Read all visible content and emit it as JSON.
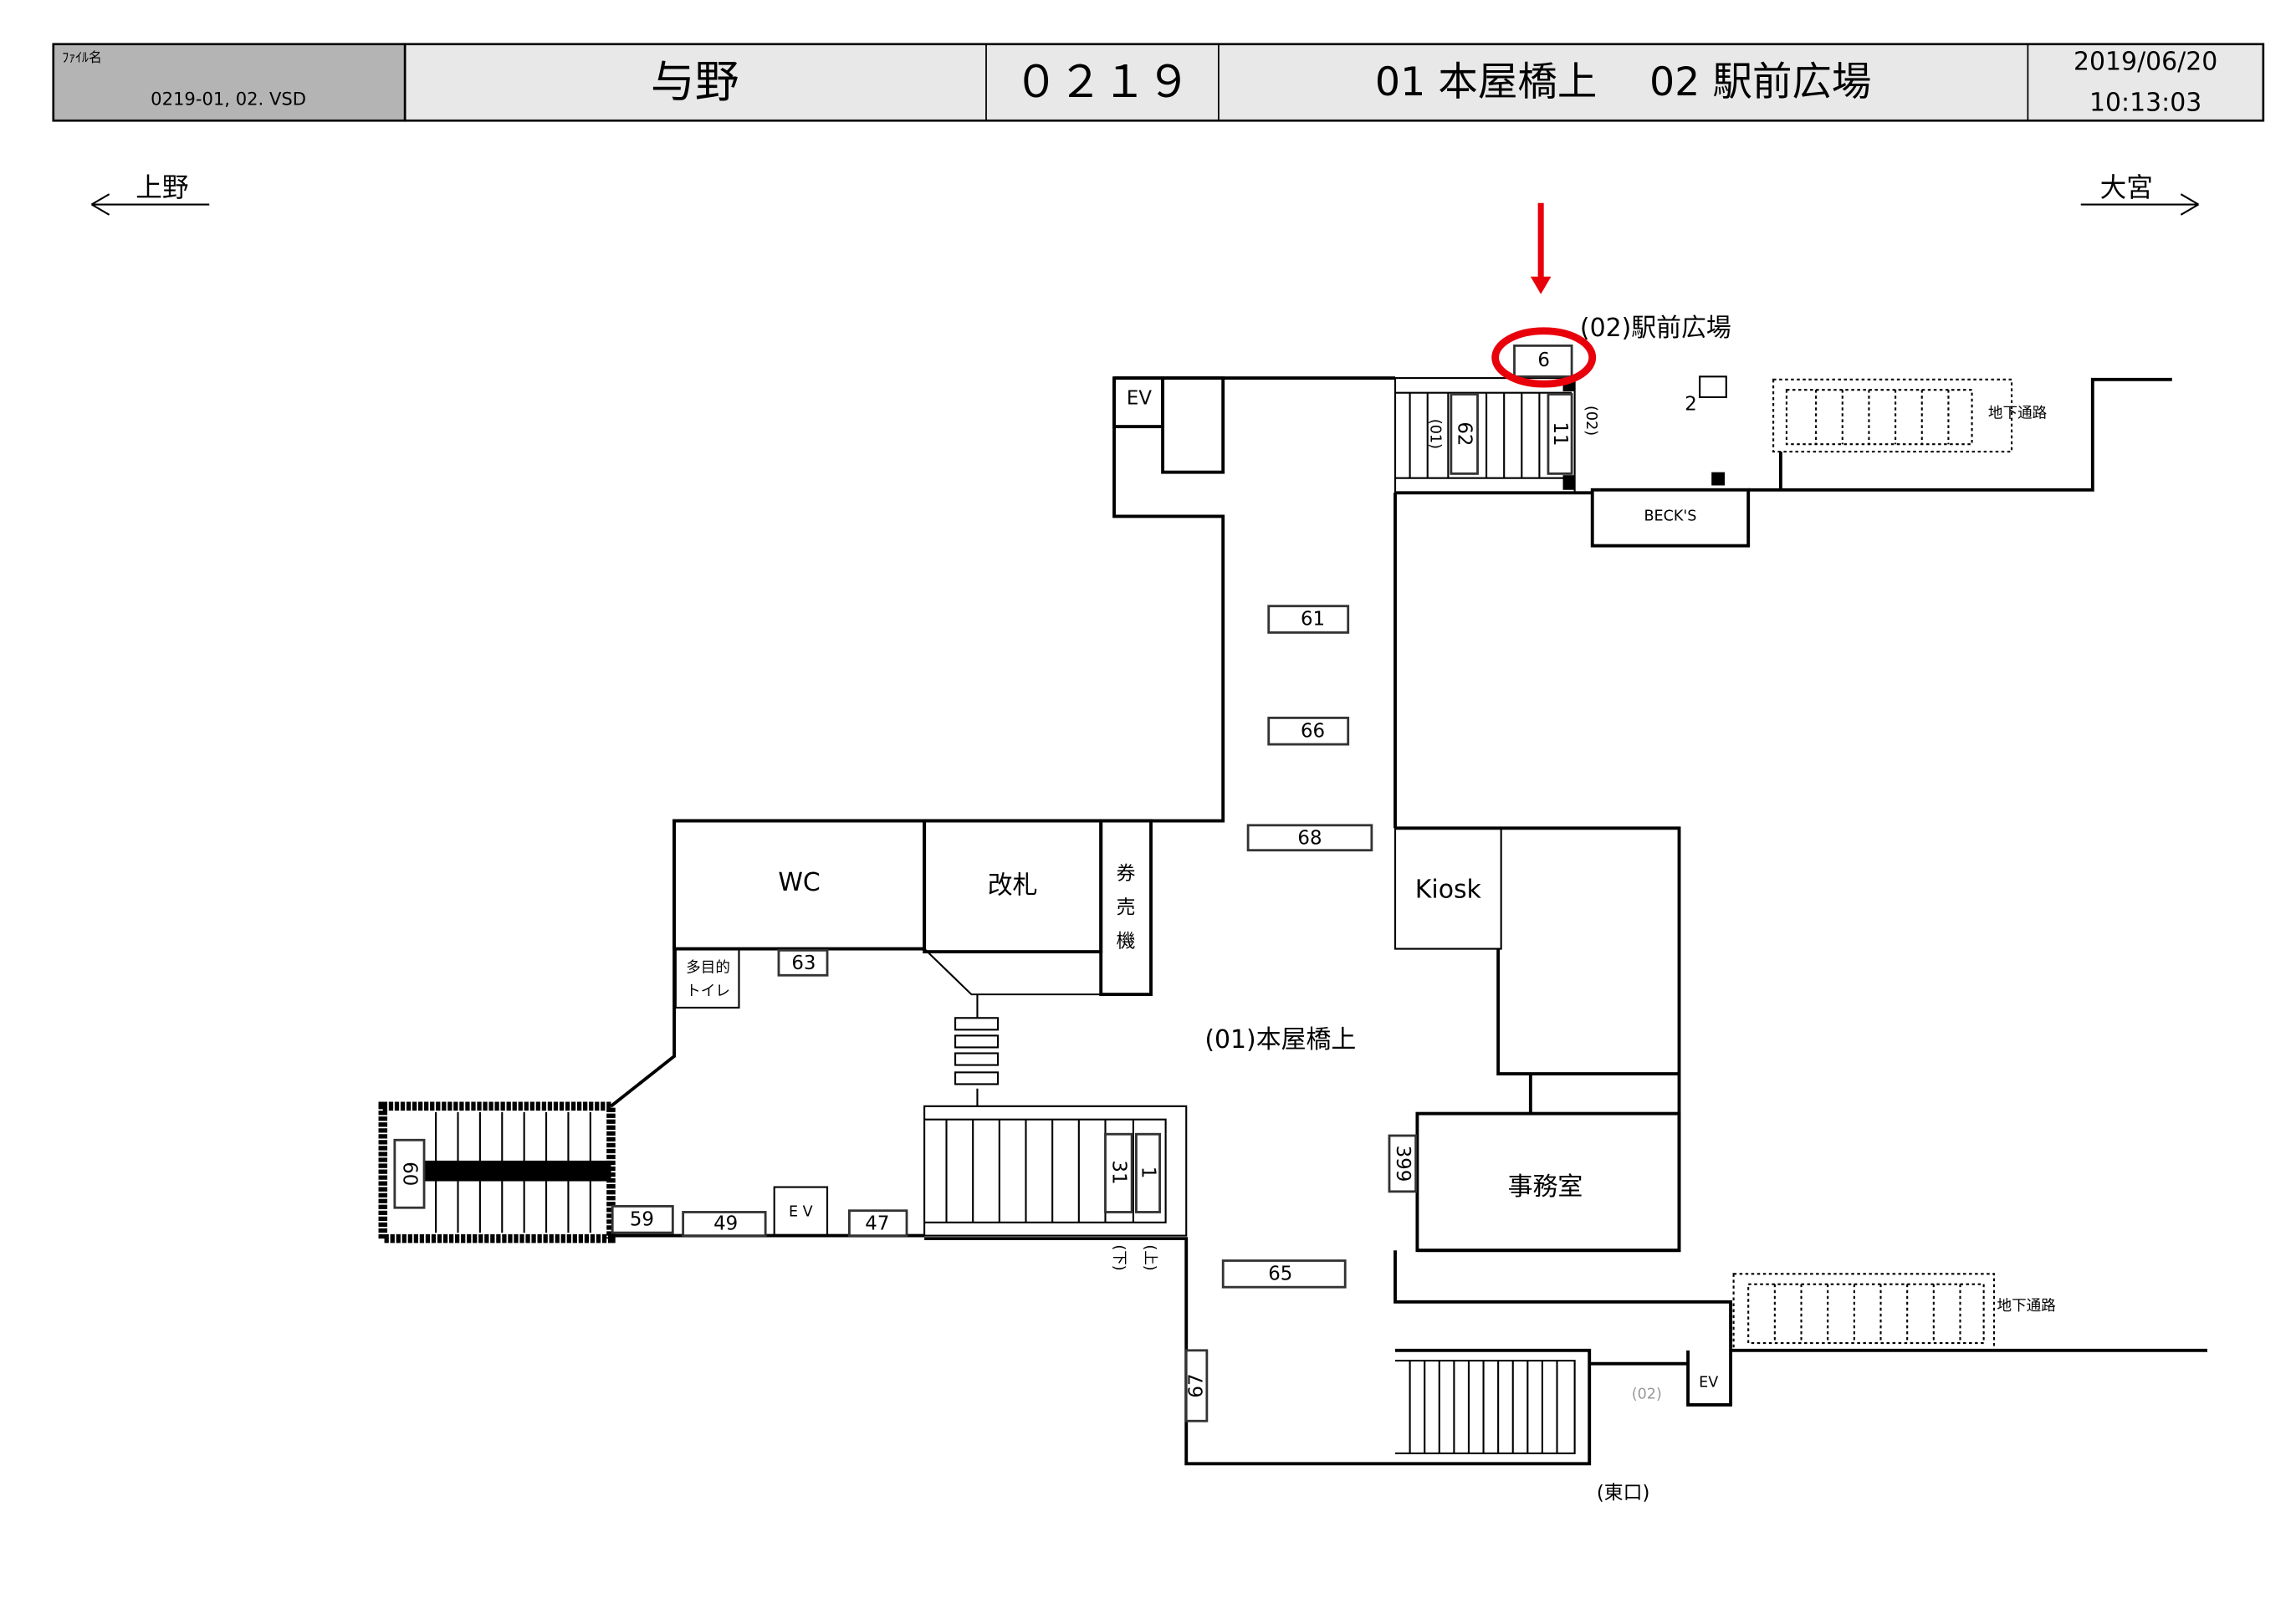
{
  "header": {
    "file_label": "ﾌｧｲﾙ名",
    "file_name": "0219-01, 02. VSD",
    "station_name": "与野",
    "station_code": "０２１９",
    "areas": "01 本屋橋上　 02 駅前広場",
    "date": "2019/06/20",
    "time": "10:13:03"
  },
  "directions": {
    "left": "上野",
    "right": "大宮"
  },
  "areas": {
    "plaza": "(02)駅前広場",
    "concourse": "(01)本屋橋上",
    "east_exit": "(東口)"
  },
  "rooms": {
    "wc": "WC",
    "gate": "改札",
    "ticket_machine": [
      "券",
      "売",
      "機"
    ],
    "kiosk": "Kiosk",
    "office": "事務室",
    "multipurpose_toilet": [
      "多目的",
      "トイレ"
    ],
    "becks": "BECK'S",
    "underground_passage_1": "地下通路",
    "underground_passage_2": "地下通路",
    "ev_top": "EV",
    "ev_bottom_left": "E V",
    "ev_bottom_right": "EV"
  },
  "markers": {
    "highlighted": "6",
    "m61": "61",
    "m66": "66",
    "m68": "68",
    "m63": "63",
    "m59": "59",
    "m49": "49",
    "m47": "47",
    "m65": "65",
    "m399": "399",
    "m67": "67",
    "m62": "62",
    "m11": "11",
    "m31": "31",
    "m1": "1",
    "m60": "60",
    "m2": "2"
  },
  "stair_tags": {
    "s01": "(01)",
    "s02": "(02)",
    "down": "(下)",
    "up": "(上)",
    "lower02": "(02)"
  },
  "colors": {
    "highlight": "#e8000b",
    "header_gray": "#b4b4b4",
    "header_light": "#e8e8e8"
  }
}
